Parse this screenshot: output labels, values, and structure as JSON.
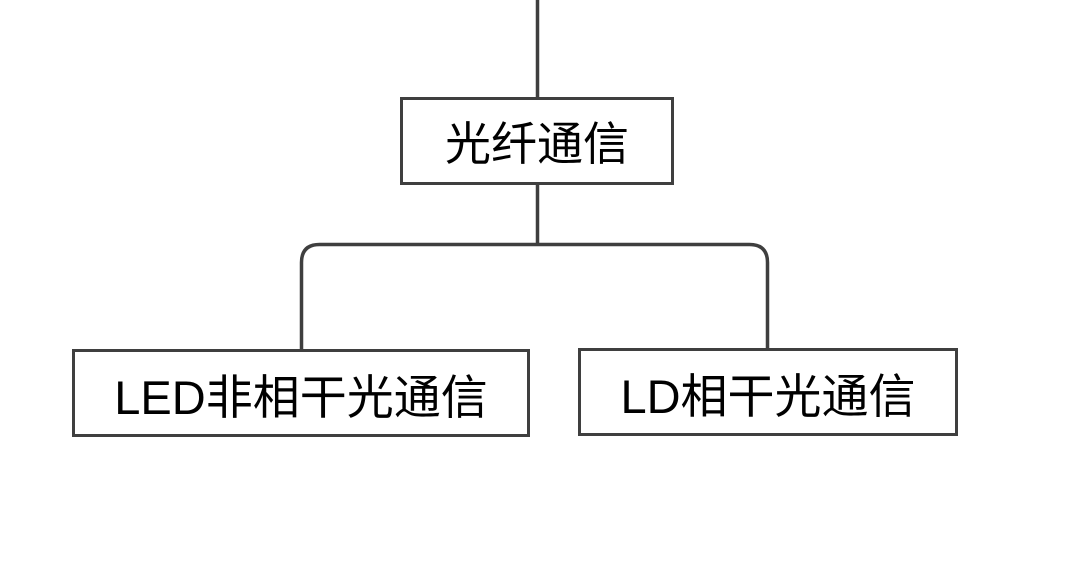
{
  "diagram": {
    "title": "optical-fiber-communication-classification",
    "root": {
      "label": "光纤通信"
    },
    "children": [
      {
        "label": "LED非相干光通信"
      },
      {
        "label": "LD相干光通信"
      }
    ],
    "colors": {
      "line": "#3f3f3f",
      "text": "#000000",
      "background": "#ffffff"
    }
  }
}
